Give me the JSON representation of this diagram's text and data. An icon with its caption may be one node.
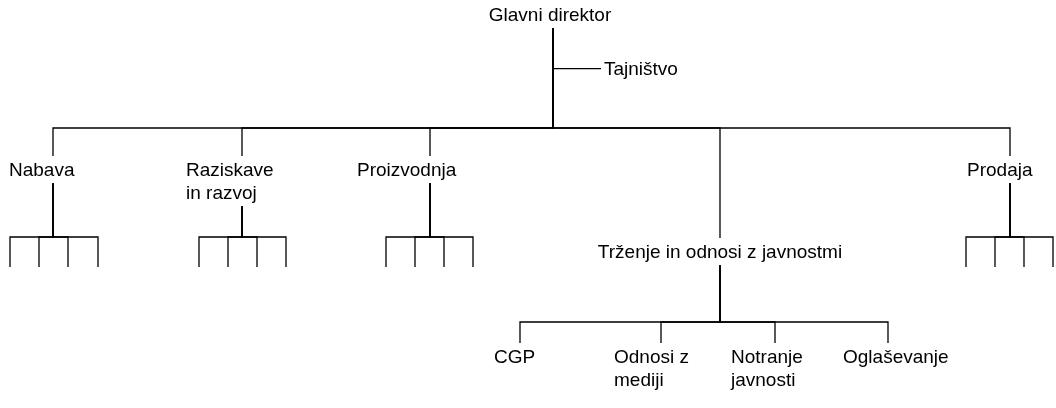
{
  "diagram": {
    "nodes": [
      {
        "text": [
          "Glavni direktor"
        ]
      },
      {
        "text": [
          "Tajništvo"
        ]
      },
      {
        "text": [
          "Nabava"
        ]
      },
      {
        "text": [
          "Raziskave in razvoj"
        ]
      },
      {
        "text": [
          "Proizvodnja"
        ]
      },
      {
        "text": [
          "Trženje in odnosi z javnostmi"
        ]
      },
      {
        "text": [
          "Prodaja"
        ]
      },
      {
        "text": [
          "CGP"
        ]
      },
      {
        "text": [
          "Odnosi z mediji"
        ]
      },
      {
        "text": [
          "Notranje javnosti"
        ]
      },
      {
        "text": [
          "Oglaševanje"
        ]
      }
    ],
    "edges": [
      {
        "from": 0,
        "to": 1,
        "arrow": "none"
      },
      {
        "from": 0,
        "to": 2,
        "arrow": "none"
      },
      {
        "from": 0,
        "to": 3,
        "arrow": "none"
      },
      {
        "from": 0,
        "to": 4,
        "arrow": "none"
      },
      {
        "from": 0,
        "to": 5,
        "arrow": "none"
      },
      {
        "from": 0,
        "to": 6,
        "arrow": "none"
      },
      {
        "from": 2,
        "to": null,
        "arrow": "none"
      },
      {
        "from": 2,
        "to": null,
        "arrow": "none"
      },
      {
        "from": 2,
        "to": null,
        "arrow": "none"
      },
      {
        "from": 2,
        "to": null,
        "arrow": "none"
      },
      {
        "from": 3,
        "to": null,
        "arrow": "none"
      },
      {
        "from": 3,
        "to": null,
        "arrow": "none"
      },
      {
        "from": 3,
        "to": null,
        "arrow": "none"
      },
      {
        "from": 3,
        "to": null,
        "arrow": "none"
      },
      {
        "from": 4,
        "to": null,
        "arrow": "none"
      },
      {
        "from": 4,
        "to": null,
        "arrow": "none"
      },
      {
        "from": 4,
        "to": null,
        "arrow": "none"
      },
      {
        "from": 4,
        "to": null,
        "arrow": "none"
      },
      {
        "from": 5,
        "to": 7,
        "arrow": "none"
      },
      {
        "from": 5,
        "to": 8,
        "arrow": "none"
      },
      {
        "from": 5,
        "to": 9,
        "arrow": "none"
      },
      {
        "from": 5,
        "to": 10,
        "arrow": "none"
      },
      {
        "from": 6,
        "to": null,
        "arrow": "none"
      },
      {
        "from": 6,
        "to": null,
        "arrow": "none"
      },
      {
        "from": 6,
        "to": null,
        "arrow": "none"
      },
      {
        "from": 6,
        "to": null,
        "arrow": "none"
      }
    ]
  }
}
